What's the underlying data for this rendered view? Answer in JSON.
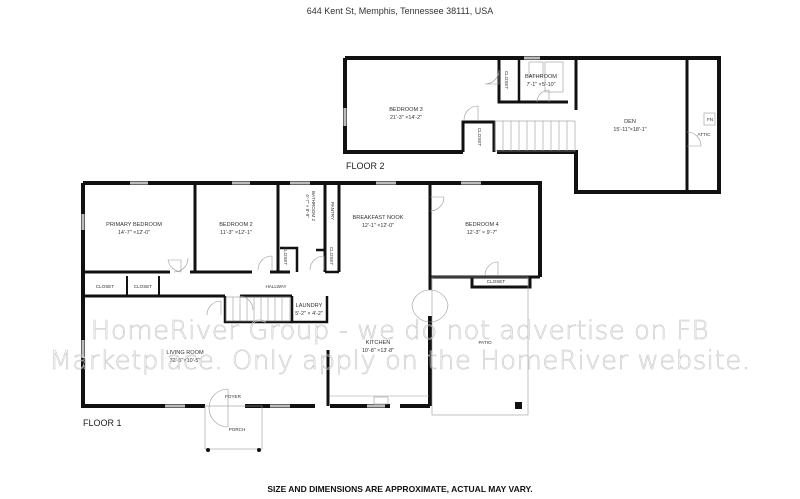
{
  "header": {
    "address": "644 Kent St, Memphis, Tennessee 38111, USA"
  },
  "footer": {
    "disclaimer": "SIZE AND DIMENSIONS ARE APPROXIMATE, ACTUAL MAY VARY."
  },
  "watermark": {
    "line1": "HomeRiver Group - we do not advertise on FB",
    "line2": "Marketplace. Only apply on the HomeRiver website."
  },
  "floors": [
    {
      "label": "FLOOR 2",
      "rooms": [
        {
          "name": "BEDROOM 3",
          "dims": "21'-3\" ×14'-2\""
        },
        {
          "name": "BATHROOM",
          "dims": "7'-1\" ×5'-10\""
        },
        {
          "name": "DEN",
          "dims": "15'-11\"×18'-1\""
        },
        {
          "name": "ATTIC",
          "dims": ""
        },
        {
          "name": "CLOSET",
          "dims": ""
        },
        {
          "name": "CLOSET",
          "dims": ""
        }
      ],
      "fixtures": [
        {
          "name": "FN"
        }
      ]
    },
    {
      "label": "FLOOR 1",
      "rooms": [
        {
          "name": "PRIMARY BEDROOM",
          "dims": "14'-7\" ×12'-0\""
        },
        {
          "name": "BEDROOM 2",
          "dims": "11'-3\" ×12'-1\""
        },
        {
          "name": "BATHROOM 2",
          "dims": "4'-7\" × 8'-9\""
        },
        {
          "name": "PANTRY",
          "dims": ""
        },
        {
          "name": "BREAKFAST NOOK",
          "dims": "12'-1\" ×12'-0\""
        },
        {
          "name": "BEDROOM 4",
          "dims": "12'-3\" × 9'-7\""
        },
        {
          "name": "CLOSET",
          "dims": ""
        },
        {
          "name": "CLOSET",
          "dims": ""
        },
        {
          "name": "CLOSET",
          "dims": ""
        },
        {
          "name": "CLOSET",
          "dims": ""
        },
        {
          "name": "CLOSET",
          "dims": ""
        },
        {
          "name": "HALLWAY",
          "dims": ""
        },
        {
          "name": "LAUNDRY",
          "dims": "5'-2\" × 4'-2\""
        },
        {
          "name": "LIVING ROOM",
          "dims": "32'-5\"×10'-5\""
        },
        {
          "name": "KITCHEN",
          "dims": "10'-8\" ×13'-8\""
        },
        {
          "name": "PATIO",
          "dims": ""
        },
        {
          "name": "FOYER",
          "dims": ""
        },
        {
          "name": "PORCH",
          "dims": ""
        }
      ]
    }
  ],
  "colors": {
    "wall": "#111111",
    "thin_line": "#999999",
    "window": "#bbbbbb",
    "watermark": "#c8c8c8",
    "background": "#ffffff"
  }
}
